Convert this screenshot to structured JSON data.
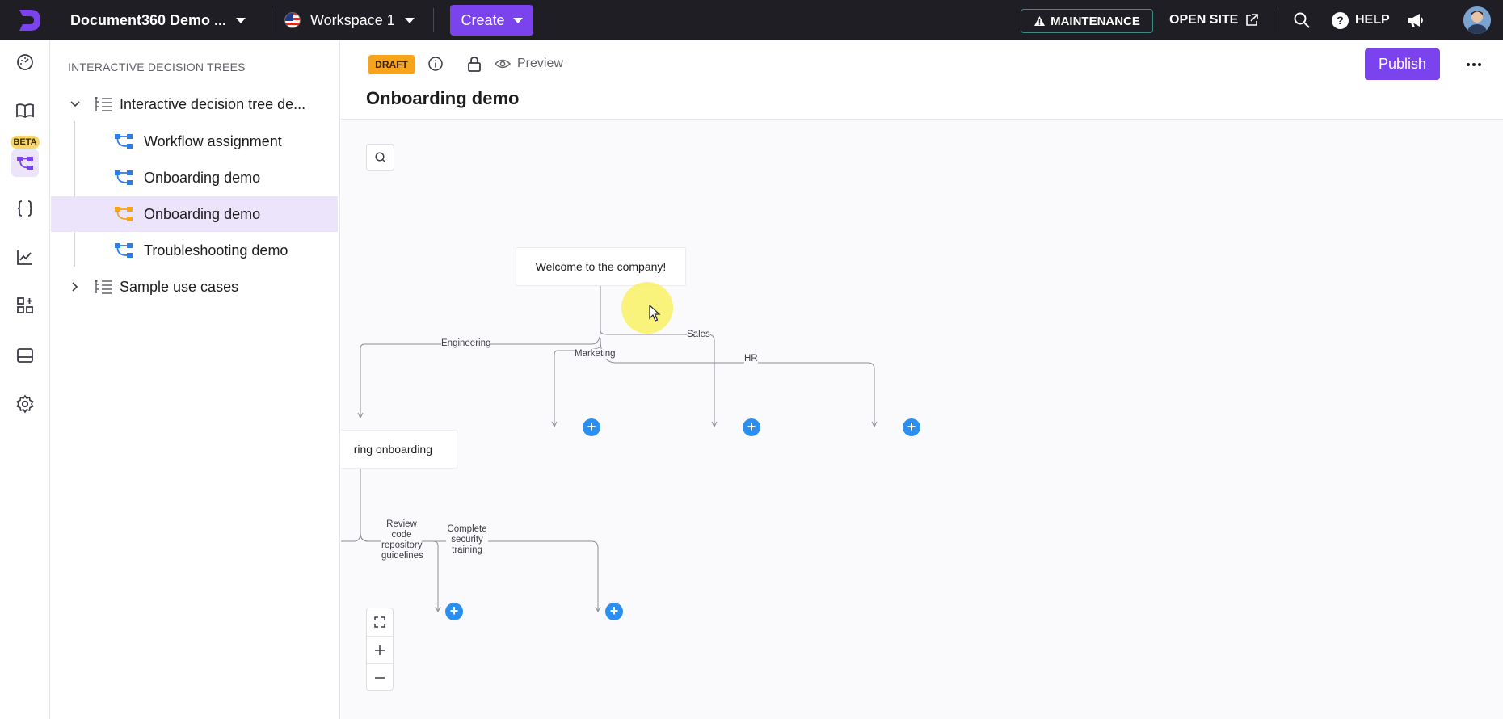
{
  "topbar": {
    "project_name": "Document360 Demo ...",
    "workspace": "Workspace 1",
    "create_label": "Create",
    "maintenance_label": "MAINTENANCE",
    "open_site_label": "OPEN SITE",
    "help_label": "HELP",
    "bg_color": "#1e1e24",
    "accent_color": "#7b43ee"
  },
  "rail": {
    "beta_label": "BETA",
    "items": [
      "dashboard-icon",
      "knowledge-base-icon",
      "decision-tree-icon",
      "api-docs-icon",
      "analytics-icon",
      "integrations-icon",
      "widgets-icon",
      "settings-icon"
    ]
  },
  "tree": {
    "title": "INTERACTIVE DECISION TREES",
    "folders": [
      {
        "label": "Interactive decision tree de...",
        "expanded": true,
        "items": [
          {
            "label": "Workflow assignment",
            "selected": false
          },
          {
            "label": "Onboarding demo",
            "selected": false
          },
          {
            "label": "Onboarding demo",
            "selected": true
          },
          {
            "label": "Troubleshooting demo",
            "selected": false
          }
        ]
      },
      {
        "label": "Sample use cases",
        "expanded": false,
        "items": []
      }
    ]
  },
  "header": {
    "status_badge": "DRAFT",
    "preview_label": "Preview",
    "publish_label": "Publish",
    "title": "Onboarding demo"
  },
  "canvas": {
    "root_node": "Welcome to the company!",
    "child_node": "ring onboarding",
    "edges": {
      "engineering": "Engineering",
      "sales": "Sales",
      "marketing": "Marketing",
      "hr": "HR",
      "review": "Review\ncode\nrepository\nguidelines",
      "security": "Complete\nsecurity\ntraining"
    },
    "add_button_glyph": "+",
    "zoom_controls": [
      "fit-view-icon",
      "zoom-in-icon",
      "zoom-out-icon"
    ]
  }
}
